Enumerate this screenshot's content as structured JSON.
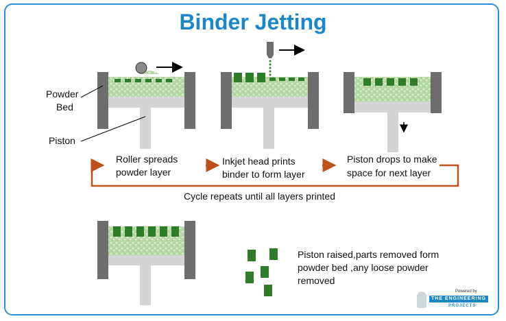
{
  "title": "Binder Jetting",
  "labels": {
    "powder": "Powder",
    "bed": "Bed",
    "piston": "Piston",
    "step1_line1": "Roller spreads",
    "step1_line2": "powder layer",
    "step2_line1": "Inkjet head prints",
    "step2_line2": "binder to form layer",
    "step3_line1": "Piston drops to make",
    "step3_line2": "space for next layer",
    "cycle": "Cycle repeats until all layers printed",
    "final_line1": "Piston raised,parts removed form",
    "final_line2": "powder bed ,any loose powder",
    "final_line3": "removed"
  },
  "logo": {
    "top_text": "Powered by",
    "bar_text": "THE ENGINEERING",
    "bottom_text": "PROJECTS"
  },
  "colors": {
    "title": "#1b86c8",
    "wall": "#6d6d6d",
    "piston": "#d4d4d4",
    "powder": "#b9d9a8",
    "part": "#2f7d2a",
    "arrow": "#c0501a",
    "frame": "#2a8fd0"
  }
}
